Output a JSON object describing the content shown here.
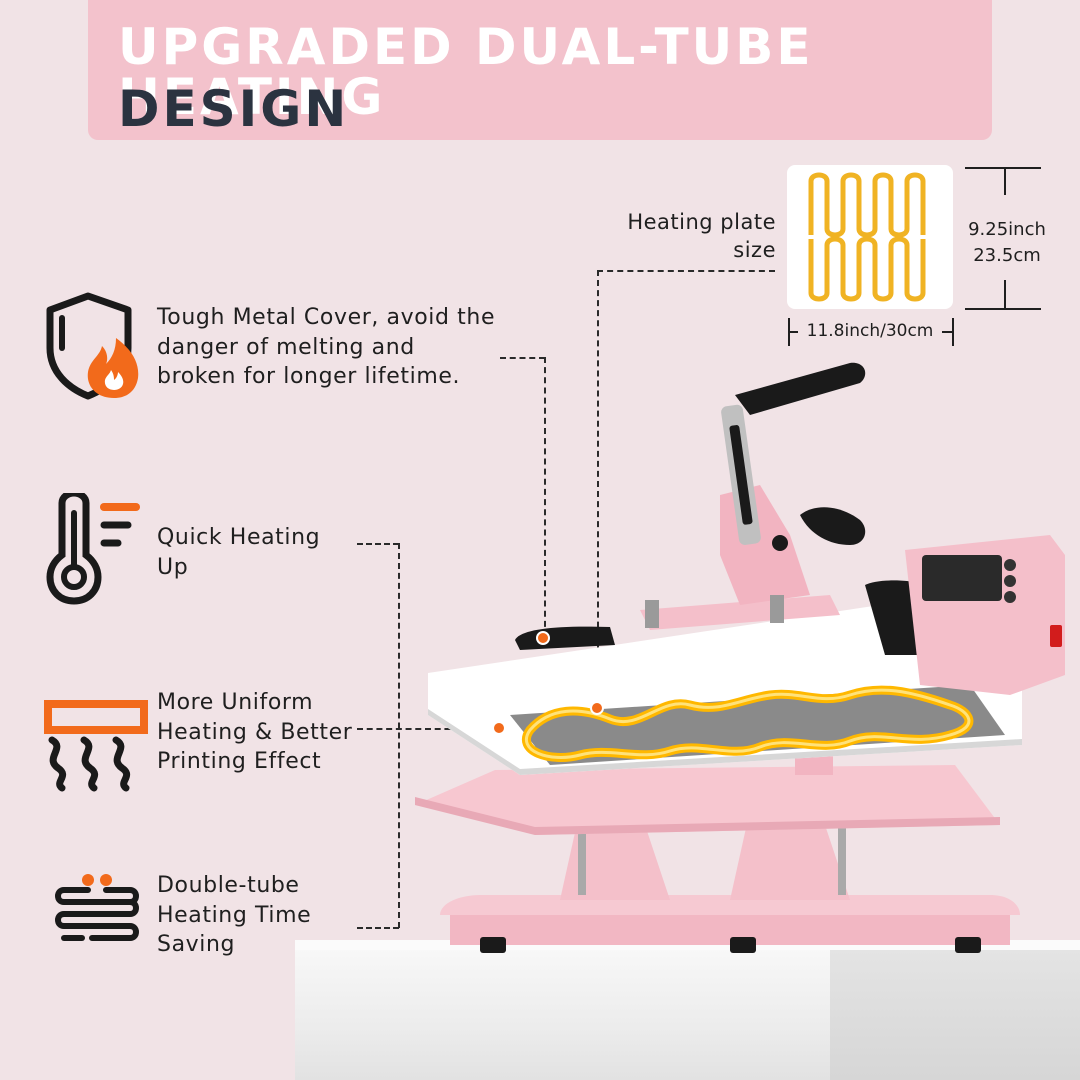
{
  "header": {
    "title_line1": "UPGRADED DUAL-TUBE HEATING",
    "title_line2": "DESIGN"
  },
  "features": [
    {
      "icon": "shield-flame-icon",
      "lines": [
        "Tough Metal Cover, avoid the",
        "danger of melting and",
        "broken for longer lifetime."
      ]
    },
    {
      "icon": "thermometer-icon",
      "lines": [
        "Quick Heating",
        "Up"
      ]
    },
    {
      "icon": "uniform-heat-icon",
      "lines": [
        "More Uniform",
        "Heating & Better",
        "Printing Effect"
      ]
    },
    {
      "icon": "double-tube-icon",
      "lines": [
        "Double-tube",
        "Heating Time",
        "Saving"
      ]
    }
  ],
  "plate": {
    "label_lines": [
      "Heating plate",
      "size"
    ],
    "height_inch": "9.25inch",
    "height_cm": "23.5cm",
    "width": "11.8inch/30cm"
  },
  "colors": {
    "banner": "#f3c2cc",
    "accent_orange": "#f26a1b",
    "heating_yellow": "#f5b800",
    "press_pink": "#f4c3cc"
  }
}
